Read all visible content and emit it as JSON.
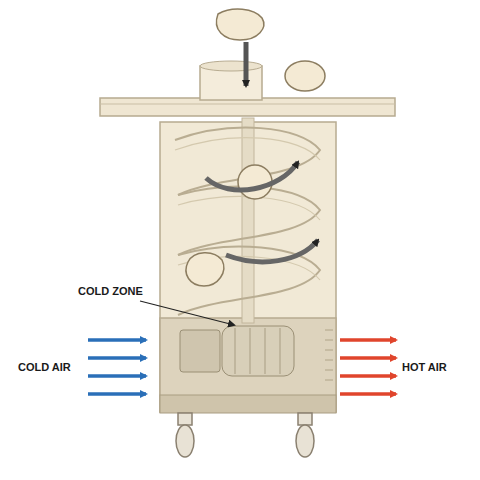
{
  "diagram": {
    "labels": [
      "COLD ZONE",
      "COLD AIR",
      "HOT AIR"
    ]
  }
}
